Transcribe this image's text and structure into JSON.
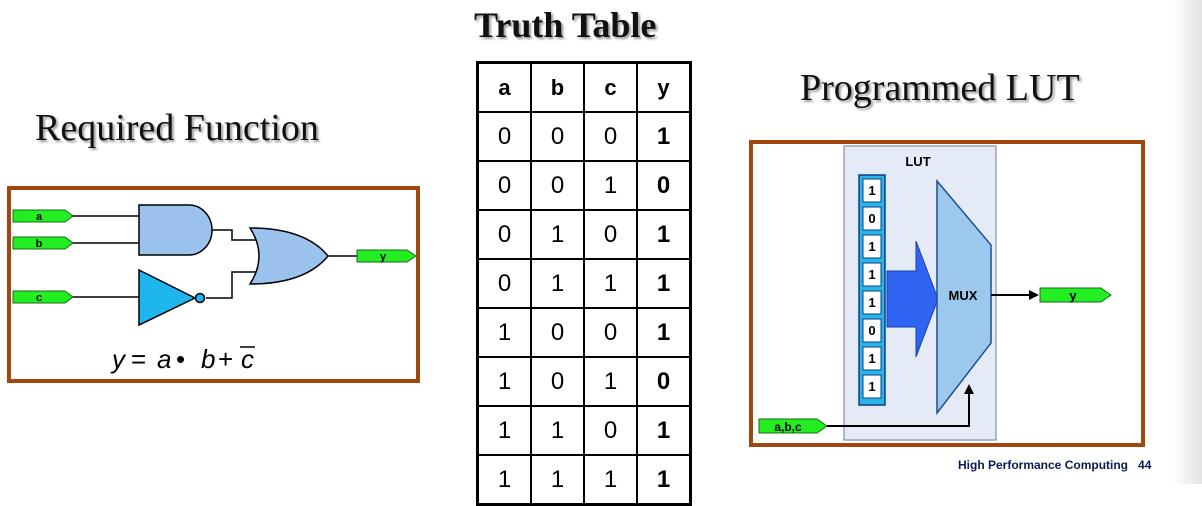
{
  "headings": {
    "required_function": "Required Function",
    "truth_table": "Truth Table",
    "programmed_lut": "Programmed LUT"
  },
  "circuit": {
    "inputs": [
      "a",
      "b",
      "c"
    ],
    "output": "y",
    "equation": {
      "y": "y",
      "eq": "=",
      "a": "a",
      "dot": "•",
      "b": "b",
      "plus": "+",
      "c": "c"
    }
  },
  "truth_table": {
    "headers": [
      "a",
      "b",
      "c",
      "y"
    ],
    "rows": [
      [
        "0",
        "0",
        "0",
        "1"
      ],
      [
        "0",
        "0",
        "1",
        "0"
      ],
      [
        "0",
        "1",
        "0",
        "1"
      ],
      [
        "0",
        "1",
        "1",
        "1"
      ],
      [
        "1",
        "0",
        "0",
        "1"
      ],
      [
        "1",
        "0",
        "1",
        "0"
      ],
      [
        "1",
        "1",
        "0",
        "1"
      ],
      [
        "1",
        "1",
        "1",
        "1"
      ]
    ]
  },
  "lut": {
    "label": "LUT",
    "mux_label": "MUX",
    "cells": [
      "1",
      "0",
      "1",
      "1",
      "1",
      "0",
      "1",
      "1"
    ],
    "input_label": "a,b,c",
    "output_label": "y"
  },
  "footer": {
    "text": "High Performance Computing",
    "page": "44"
  },
  "colors": {
    "panel_border": "#a0470f",
    "signal_green": "#22ee22",
    "gate_blue": "#9cc3ee",
    "inverter_cyan": "#1fb6ee",
    "lut_cell": "#2ab4e8",
    "arrow_blue": "#2f63f2",
    "mux_blue": "#9cc8ee"
  }
}
